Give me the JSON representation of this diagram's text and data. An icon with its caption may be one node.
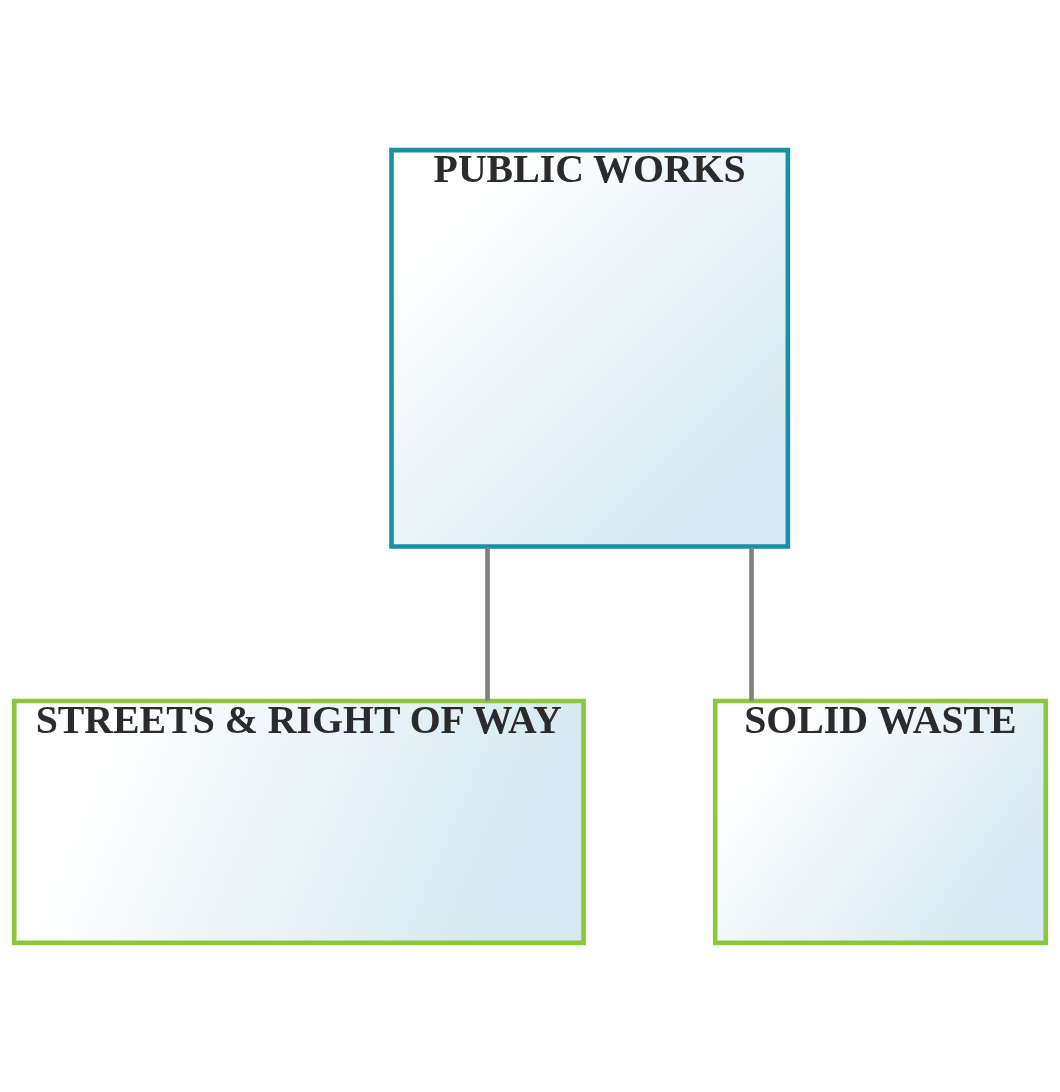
{
  "diagram": {
    "nodes": [
      {
        "text": [
          "PUBLIC WORKS"
        ]
      },
      {
        "text": [
          "STREETS & RIGHT OF WAY"
        ]
      },
      {
        "text": [
          "SOLID WASTE"
        ]
      }
    ],
    "edges": [
      {
        "from": 0,
        "to": 1,
        "arrow": "none"
      },
      {
        "from": 0,
        "to": 2,
        "arrow": "none"
      }
    ]
  }
}
